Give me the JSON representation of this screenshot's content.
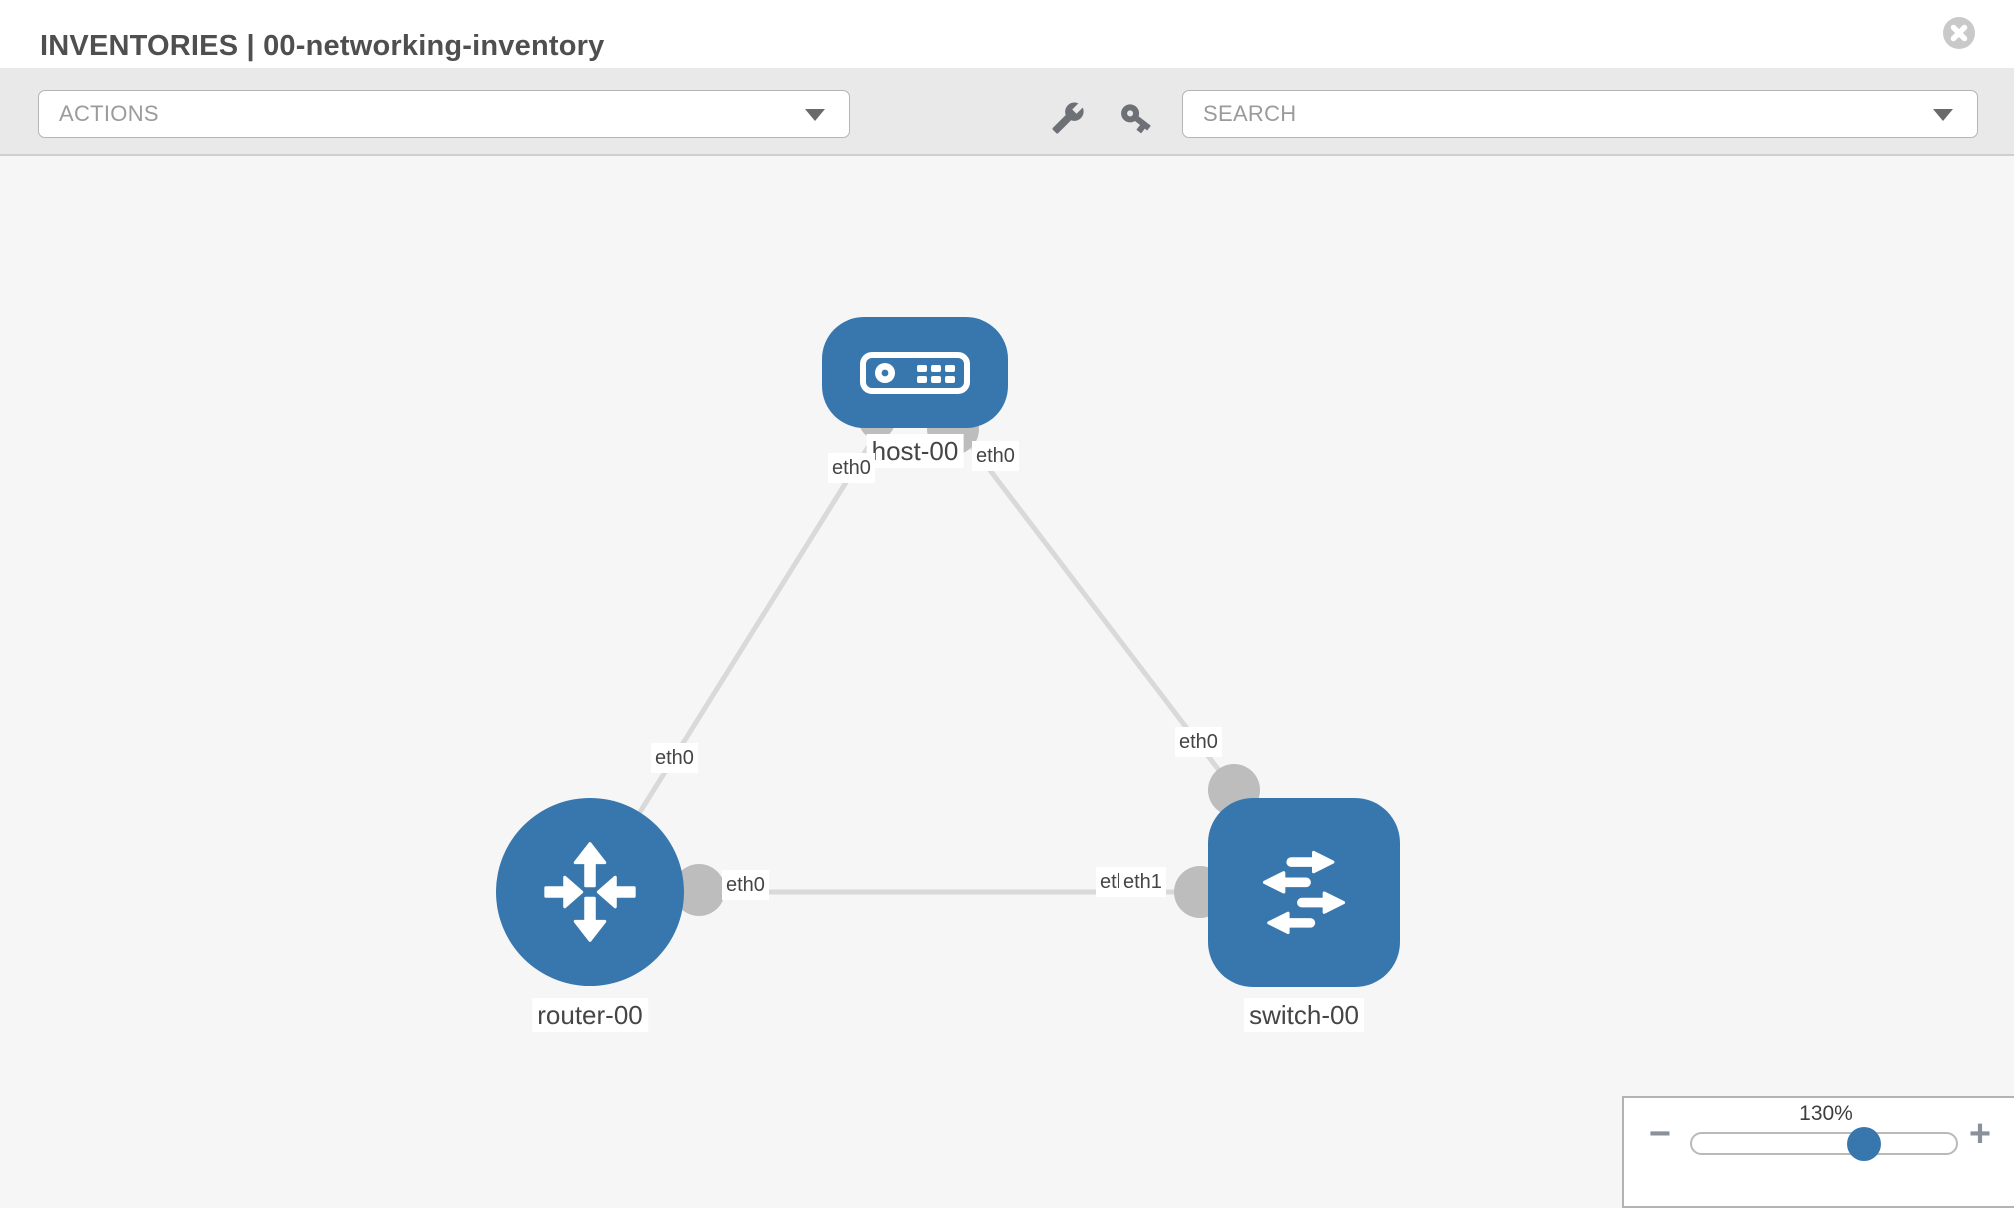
{
  "header": {
    "title": "INVENTORIES | 00-networking-inventory"
  },
  "toolbar": {
    "actions_label": "ACTIONS",
    "search_placeholder": "SEARCH",
    "tool_icons": [
      "wrench",
      "key"
    ]
  },
  "topology": {
    "nodes": [
      {
        "name": "host-00",
        "type": "host"
      },
      {
        "name": "router-00",
        "type": "router"
      },
      {
        "name": "switch-00",
        "type": "switch"
      }
    ],
    "links": [
      {
        "from": "router-00",
        "to": "host-00"
      },
      {
        "from": "host-00",
        "to": "switch-00"
      },
      {
        "from": "router-00",
        "to": "switch-00"
      }
    ],
    "interface_labels": {
      "router_host_router_side": "eth0",
      "router_host_host_side": "eth0",
      "host_switch_host_side": "eth0",
      "host_switch_switch_side": "eth0",
      "router_switch_router_side": "eth0",
      "router_switch_switch_side_back": "eth0",
      "router_switch_switch_side_front": "eth1"
    }
  },
  "zoom_control": {
    "value": "130%",
    "percent": 64,
    "minus_label": "−",
    "plus_label": "+"
  },
  "colors": {
    "node_blue": "#3777ae",
    "link_gray": "#d9d9d9",
    "port_gray": "#bdbdbd"
  }
}
